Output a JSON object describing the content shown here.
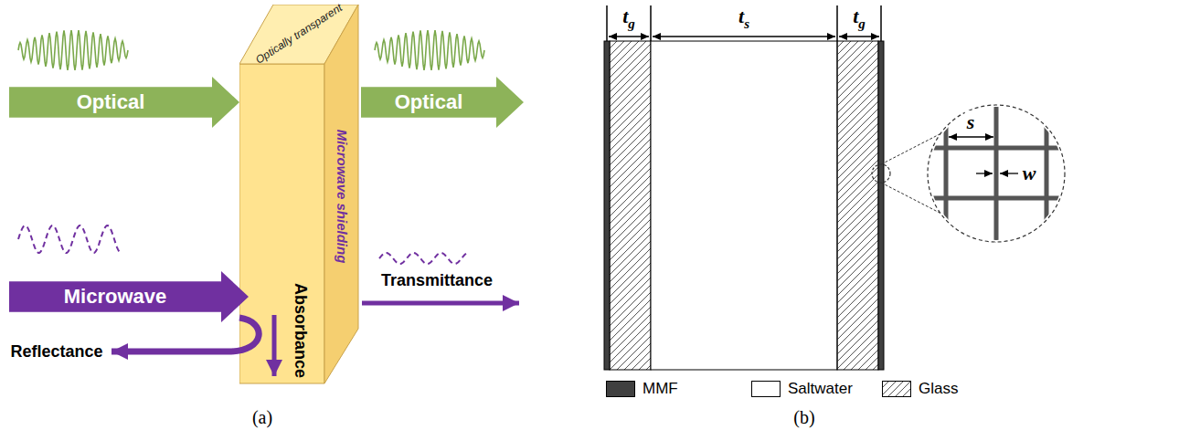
{
  "diagram": {
    "nodes": [
      {
        "text": [
          "Optical"
        ]
      },
      {
        "text": [
          "Optically transparent",
          "Microwave shielding"
        ]
      },
      {
        "text": [
          "Optical"
        ]
      },
      {
        "text": [
          "Microwave"
        ]
      }
    ],
    "labels": [
      "Reflectance",
      "Absorbance",
      "Transmittance",
      "(a)",
      "tg",
      "ts",
      "tg",
      "s",
      "w",
      "(b)"
    ],
    "legend": [
      {
        "text": "MMF",
        "color": "#404040"
      },
      {
        "text": "Saltwater",
        "color": "#ffffff"
      },
      {
        "text": "Glass"
      }
    ]
  }
}
